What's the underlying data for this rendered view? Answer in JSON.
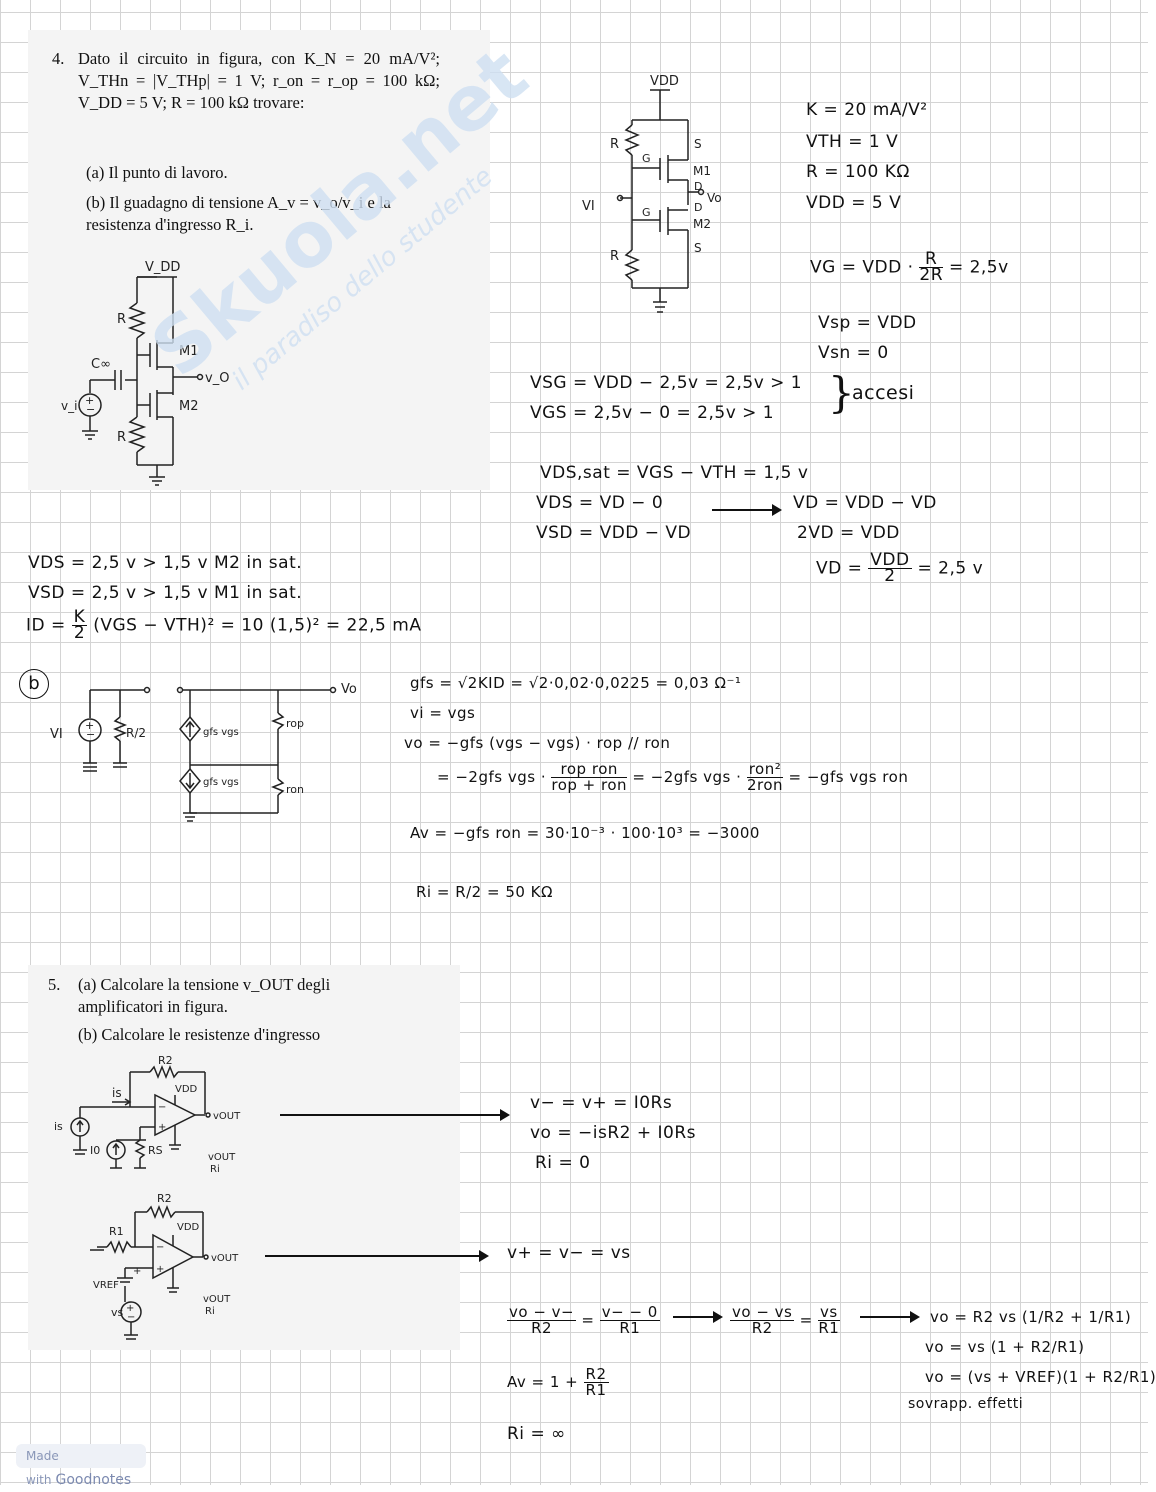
{
  "p4": {
    "num": "4.",
    "text": "Dato il circuito in figura, con K_N = 20 mA/V²; V_THn = |V_THp| = 1 V; r_on = r_op = 100 kΩ; V_DD = 5 V; R = 100 kΩ trovare:",
    "a": "(a) Il punto di lavoro.",
    "b": "(b) Il guadagno di tensione A_v = v_o/v_i e la resistenza d'ingresso R_i.",
    "fig": {
      "vdd": "V_DD",
      "r": "R",
      "cinf": "C∞",
      "m1": "M1",
      "m2": "M2",
      "vo": "v_O",
      "vi": "v_i"
    }
  },
  "watermark": {
    "brand": "Skuola.net",
    "tag": "il paradiso dello studente"
  },
  "hand_circuit": {
    "vdd": "VDD",
    "r": "R",
    "s": "S",
    "g": "G",
    "d": "D",
    "m1": "M1",
    "m2": "M2",
    "vi": "VI",
    "vo": "Vo"
  },
  "params": [
    "K = 20 mA/V²",
    "VTH = 1 V",
    "R = 100 KΩ",
    "VDD = 5 V"
  ],
  "vg": {
    "lhs": "VG = VDD ·",
    "num": "R",
    "den": "2R",
    "rhs": "= 2,5v"
  },
  "vsp": "Vsp = VDD",
  "vsn": "Vsn = 0",
  "vsg": "VSG = VDD − 2,5v = 2,5v > 1",
  "vgs": "VGS = 2,5v − 0 = 2,5v > 1",
  "accesi": "accesi",
  "vdssat": "VDS,sat = VGS − VTH = 1,5 v",
  "vds_eq": "VDS = VD − 0",
  "vsd_eq": "VSD = VDD − VD",
  "vd1": "VD = VDD − VD",
  "vd2": "2VD = VDD",
  "vd3": {
    "lhs": "VD =",
    "num": "VDD",
    "den": "2",
    "rhs": "= 2,5 v"
  },
  "m2sat": "VDS = 2,5 v > 1,5 v   M2  in sat.",
  "m1sat": "VSD = 2,5 v > 1,5 v   M1  in sat.",
  "id": {
    "lhs": "ID =",
    "num": "K",
    "den": "2",
    "rhs": "(VGS − VTH)² = 10 (1,5)² = 22,5 mA"
  },
  "b_label": "b",
  "small_signal": {
    "vi": "VI",
    "r2": "R/2",
    "vo": "Vo",
    "gen1": "gfs vgs",
    "gen2": "gfs vgs",
    "rop": "rop",
    "ron": "ron"
  },
  "b_eq": [
    "gfs = √2KID = √2·0,02·0,0225 = 0,03 Ω⁻¹",
    "vi = vgs",
    "vo = −gfs (vgs − vgs) · rop // ron"
  ],
  "b_eq4": {
    "a": "= −2gfs vgs ·",
    "n1": "rop ron",
    "d1": "rop + ron",
    "b": "= −2gfs vgs ·",
    "n2": "ron²",
    "d2": "2ron",
    "c": "= −gfs vgs ron"
  },
  "av": "Av = −gfs ron = 30·10⁻³ · 100·10³ = −3000",
  "ri4": "Ri = R/2 = 50 KΩ",
  "p5": {
    "num": "5.",
    "a": "(a) Calcolare la tensione v_OUT degli amplificatori in figura.",
    "b": "(b) Calcolare le resistenze d'ingresso",
    "fig1": {
      "r2": "R2",
      "vdd": "VDD",
      "is": "is",
      "is_hand": "is",
      "i0": "I0",
      "rs": "RS",
      "vout": "vOUT",
      "ri": "Ri",
      "vout2": "vOUT"
    },
    "fig2": {
      "r2": "R2",
      "r1": "R1",
      "vdd": "VDD",
      "vref": "VREF",
      "vs": "vs",
      "vout": "vOUT",
      "vout2": "vOUT",
      "ri": "Ri"
    }
  },
  "s1": [
    "v− = v+ = I0Rs",
    "vo = −isR2 + I0Rs",
    "Ri = 0"
  ],
  "s2": {
    "eq1": "v+ = v− = vs",
    "f1": {
      "n": "vo − v−",
      "d": "R2",
      "eq": "=",
      "n2": "v− − 0",
      "d2": "R1"
    },
    "f2": {
      "n": "vo − vs",
      "d": "R2",
      "eq": "=",
      "n2": "vs",
      "d2": "R1"
    },
    "r1": "vo = R2 vs (1/R2 + 1/R1)",
    "r2": "vo = vs (1 + R2/R1)",
    "r3": "vo = (vs + VREF)(1 + R2/R1)",
    "sov": "sovrapp. effetti",
    "av": {
      "lhs": "Av = 1 +",
      "n": "R2",
      "d": "R1"
    },
    "ri": "Ri = ∞"
  },
  "badge": {
    "made": "Made with",
    "app": "Goodnotes"
  }
}
